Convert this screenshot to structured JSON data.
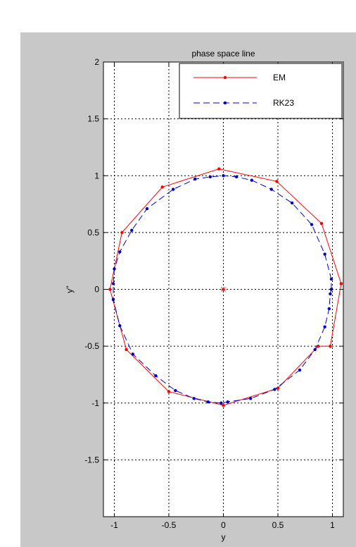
{
  "chart_data": {
    "type": "line",
    "title": "phase space line",
    "xlabel": "y",
    "ylabel": "y''",
    "xlim": [
      -1.1,
      1.1
    ],
    "ylim": [
      -2.0,
      2.0
    ],
    "xticks": [
      -1,
      -0.5,
      0,
      0.5,
      1
    ],
    "xtick_labels": [
      "-1",
      "-0.5",
      "0",
      "0.5",
      "1"
    ],
    "yticks": [
      -1.5,
      -1,
      -0.5,
      0,
      0.5,
      1,
      1.5,
      2
    ],
    "ytick_labels": [
      "-1.5",
      "-1",
      "-0.5",
      "0",
      "0.5",
      "1",
      "1.5",
      "2"
    ],
    "grid": true,
    "legend_position": "top-right",
    "series": [
      {
        "name": "EM",
        "color": "#ff0000",
        "style": "solid",
        "marker": "dot",
        "points": [
          [
            1.08,
            0.05
          ],
          [
            0.9,
            0.58
          ],
          [
            0.49,
            0.95
          ],
          [
            -0.04,
            1.06
          ],
          [
            -0.56,
            0.9
          ],
          [
            -0.93,
            0.5
          ],
          [
            -1.04,
            0.0
          ],
          [
            -0.89,
            -0.53
          ],
          [
            -0.5,
            -0.9
          ],
          [
            0.0,
            -1.02
          ],
          [
            0.5,
            -0.87
          ],
          [
            0.87,
            -0.5
          ],
          [
            0.98,
            -0.5
          ],
          [
            1.08,
            0.05
          ]
        ]
      },
      {
        "name": "RK23",
        "color": "#0000cc",
        "style": "dashed",
        "marker": "dot",
        "points": [
          [
            0.99,
            0.0
          ],
          [
            0.99,
            0.09
          ],
          [
            0.93,
            0.31
          ],
          [
            0.81,
            0.57
          ],
          [
            0.63,
            0.76
          ],
          [
            0.44,
            0.88
          ],
          [
            0.26,
            0.96
          ],
          [
            0.12,
            0.99
          ],
          [
            0.0,
            1.0
          ],
          [
            -0.12,
            0.99
          ],
          [
            -0.26,
            0.97
          ],
          [
            -0.46,
            0.88
          ],
          [
            -0.7,
            0.71
          ],
          [
            -0.84,
            0.52
          ],
          [
            -0.95,
            0.33
          ],
          [
            -1.0,
            0.18
          ],
          [
            -1.01,
            0.05
          ],
          [
            -1.01,
            -0.09
          ],
          [
            -0.95,
            -0.32
          ],
          [
            -0.83,
            -0.57
          ],
          [
            -0.62,
            -0.76
          ],
          [
            -0.44,
            -0.89
          ],
          [
            -0.27,
            -0.96
          ],
          [
            -0.14,
            -0.99
          ],
          [
            -0.02,
            -1.0
          ],
          [
            0.04,
            -0.99
          ],
          [
            0.25,
            -0.96
          ],
          [
            0.47,
            -0.88
          ],
          [
            0.7,
            -0.71
          ],
          [
            0.84,
            -0.53
          ],
          [
            0.93,
            -0.33
          ],
          [
            0.97,
            -0.17
          ],
          [
            0.98,
            -0.04
          ],
          [
            0.99,
            0.0
          ]
        ]
      },
      {
        "name": "",
        "color": "#ff0000",
        "style": "none",
        "marker": "asterisk",
        "points": [
          [
            0,
            0
          ]
        ]
      }
    ]
  }
}
